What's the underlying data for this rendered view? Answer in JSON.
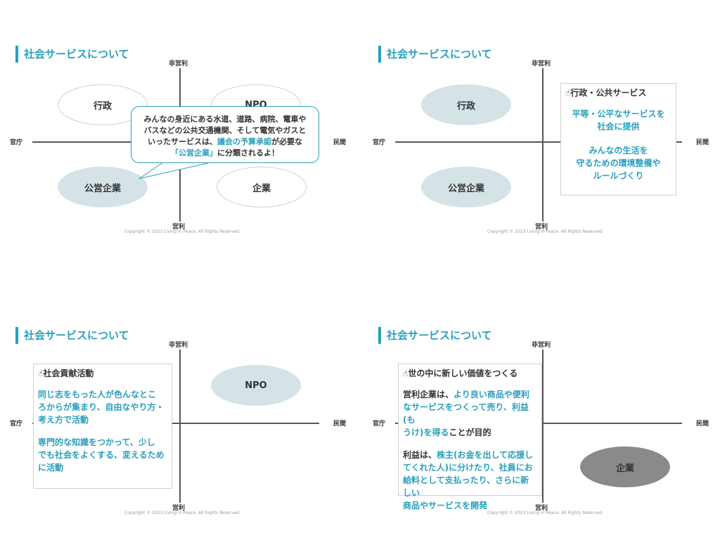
{
  "title": "社会サービスについて",
  "axes": {
    "top": "非営利",
    "bottom": "営利",
    "left": "官庁",
    "right": "民間"
  },
  "copyright": "Copyright © 2023 Living in Peace. All Rights Reserved.",
  "labels": {
    "gyosei": "行政",
    "npo": "NPO",
    "koei": "公営企業",
    "kigyo": "企業"
  },
  "slide1": {
    "callout": {
      "line1": "みんなの身近にある水道、道路、病院、電車や",
      "line2": "バスなどの公共交通機関、そして電気やガスと",
      "line3a": "いったサービスは、",
      "line3b": "議会の予算承認",
      "line3c": "が必要な",
      "line4a": "「公営企業」",
      "line4b": "に分類されるよ！"
    }
  },
  "slide2": {
    "header": "行政・公共サービス",
    "p1a": "平等・公平なサービスを",
    "p1b": "社会に提供",
    "p2a": "みんなの生活を",
    "p2b": "守るための環境整備や",
    "p2c": "ルールづくり"
  },
  "slide3": {
    "header": "社会貢献活動",
    "p1a": "同じ志をもった人が色んなとこ",
    "p1b": "ろからが集まり、自由なやり方・",
    "p1c": "考え方で活動",
    "p2a": "専門的な知識をつかって、少し",
    "p2b": "でも社会をよくする、変えるため",
    "p2c": "に活動"
  },
  "slide4": {
    "header": "世の中に新しい価値をつくる",
    "p1a_dark": "営利企業は、",
    "p1a_blue": "より良い商品や便利",
    "p1b": "なサービスをつくって売り、利益(も",
    "p1c_blue": "うけ)を得る",
    "p1c_dark": "ことが目的",
    "p2a_dark": "利益は、",
    "p2a_blue": "株主(お金を出して応援し",
    "p2b": "てくれた人)に分けたり、社員にお",
    "p2c": "給料として支払ったり、さらに新しい",
    "p2d": "商品やサービスを開発"
  },
  "icon": "hand-pointing-icon"
}
